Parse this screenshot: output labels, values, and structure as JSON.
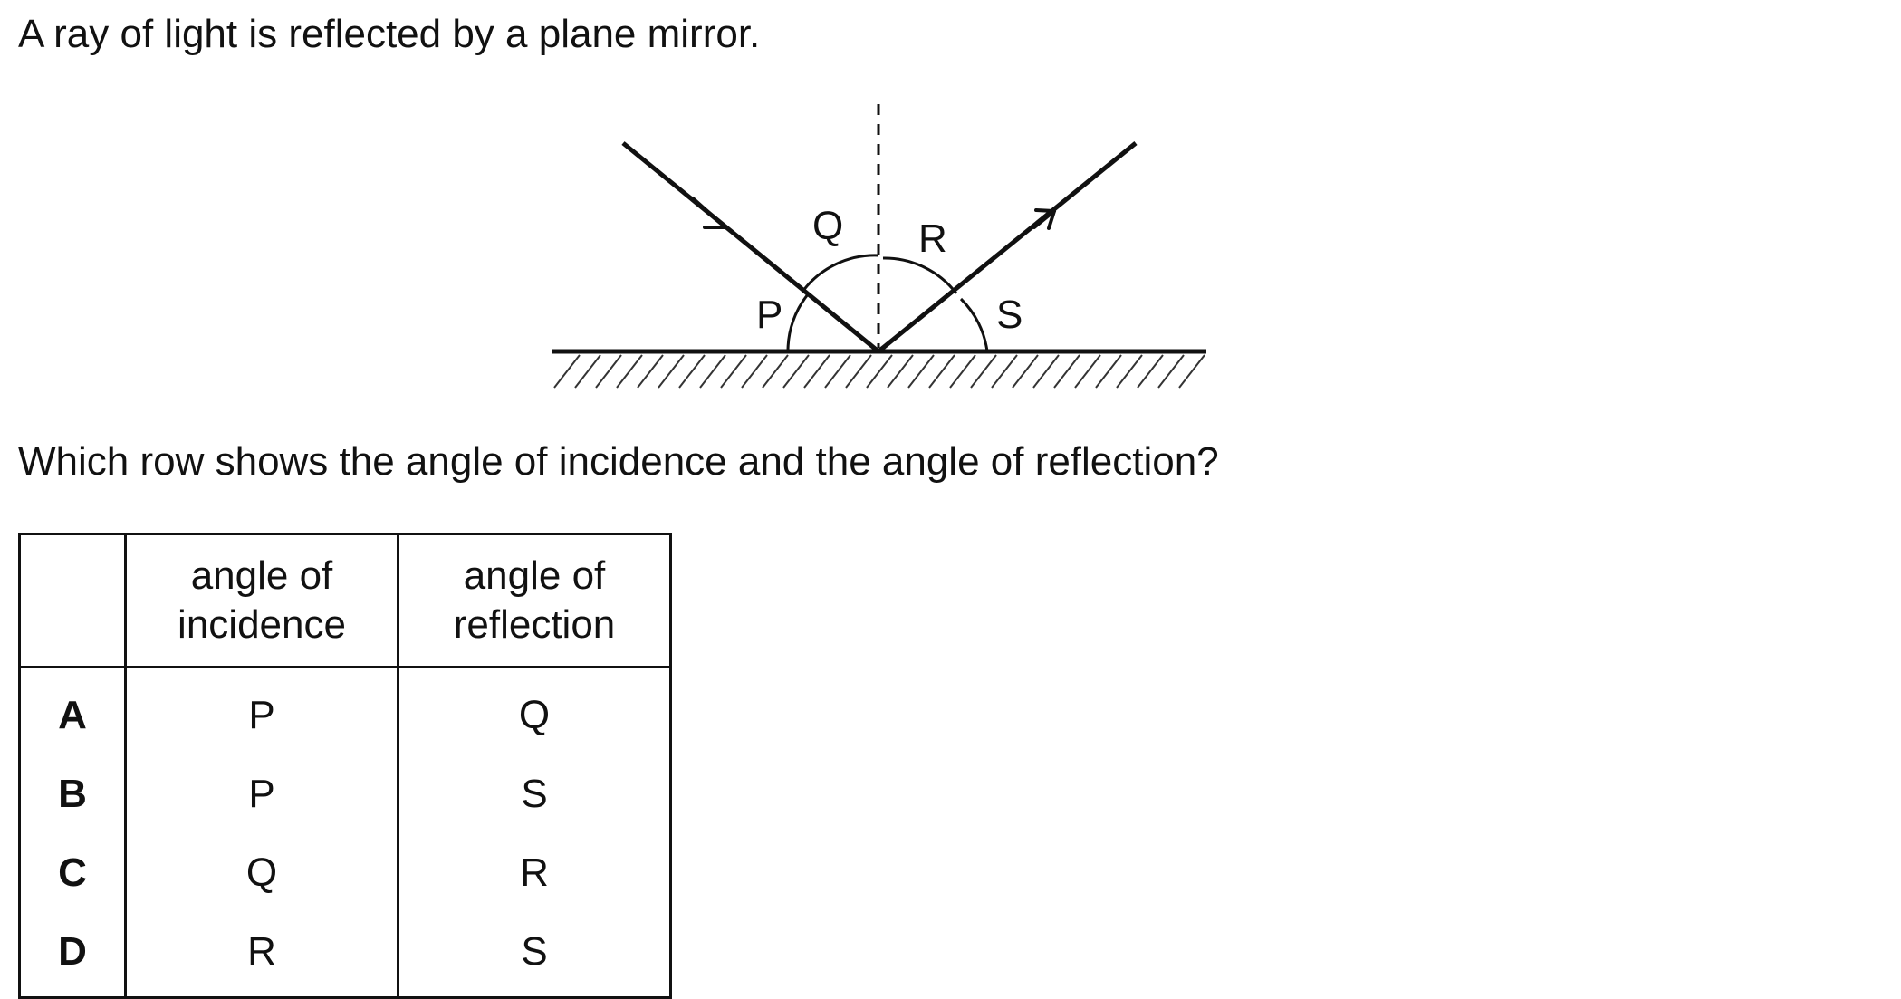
{
  "question": {
    "intro": "A ray of light is reflected by a plane mirror.",
    "prompt": "Which row shows the angle of incidence and the angle of reflection?"
  },
  "diagram": {
    "angle_labels": {
      "p": "P",
      "q": "Q",
      "r": "R",
      "s": "S"
    }
  },
  "table": {
    "headers": {
      "incidence_line1": "angle of",
      "incidence_line2": "incidence",
      "reflection_line1": "angle of",
      "reflection_line2": "reflection"
    },
    "rows": [
      {
        "key": "A",
        "incidence": "P",
        "reflection": "Q"
      },
      {
        "key": "B",
        "incidence": "P",
        "reflection": "S"
      },
      {
        "key": "C",
        "incidence": "Q",
        "reflection": "R"
      },
      {
        "key": "D",
        "incidence": "R",
        "reflection": "S"
      }
    ]
  }
}
